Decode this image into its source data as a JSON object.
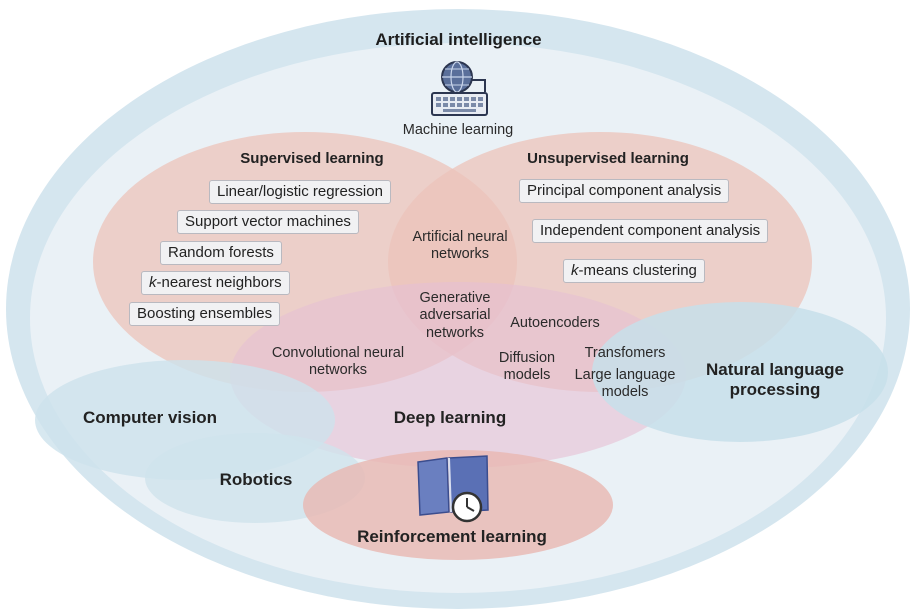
{
  "title": "Artificial intelligence",
  "machine_learning": "Machine learning",
  "supervised": {
    "title": "Supervised learning",
    "methods": [
      {
        "prefix": "",
        "text": "Linear/logistic regression"
      },
      {
        "prefix": "",
        "text": "Support vector machines"
      },
      {
        "prefix": "",
        "text": "Random forests"
      },
      {
        "prefix": "k",
        "text": "-nearest neighbors"
      },
      {
        "prefix": "",
        "text": "Boosting ensembles"
      }
    ]
  },
  "unsupervised": {
    "title": "Unsupervised learning",
    "methods": [
      {
        "prefix": "",
        "text": "Principal component analysis"
      },
      {
        "prefix": "",
        "text": "Independent component analysis"
      },
      {
        "prefix": "k",
        "text": "-means clustering"
      }
    ]
  },
  "center": {
    "ann_line1": "Artificial neural",
    "ann_line2": "networks",
    "gan_line1": "Generative",
    "gan_line2": "adversarial",
    "gan_line3": "networks",
    "autoencoders": "Autoencoders",
    "cnn_line1": "Convolutional neural",
    "cnn_line2": "networks",
    "diffusion_line1": "Diffusion",
    "diffusion_line2": "models",
    "transformers": "Transfomers",
    "llm_line1": "Large language",
    "llm_line2": "models"
  },
  "deep_learning": "Deep learning",
  "nlp_line1": "Natural language",
  "nlp_line2": "processing",
  "computer_vision": "Computer vision",
  "robotics": "Robotics",
  "reinforcement": "Reinforcement learning",
  "colors": {
    "outer_ring": "#d6e7f0",
    "outer_fill": "#eaf1f6",
    "supervised": "#ecc5bd",
    "unsupervised": "#ecc5bd",
    "deep_learning": "#e7c0d0",
    "nlp": "#c9dfea",
    "computer_vision": "#cfe3ec",
    "reinforcement": "#e9b8b3"
  },
  "icons": [
    "computer-keyboard-icon",
    "book-clock-icon"
  ]
}
